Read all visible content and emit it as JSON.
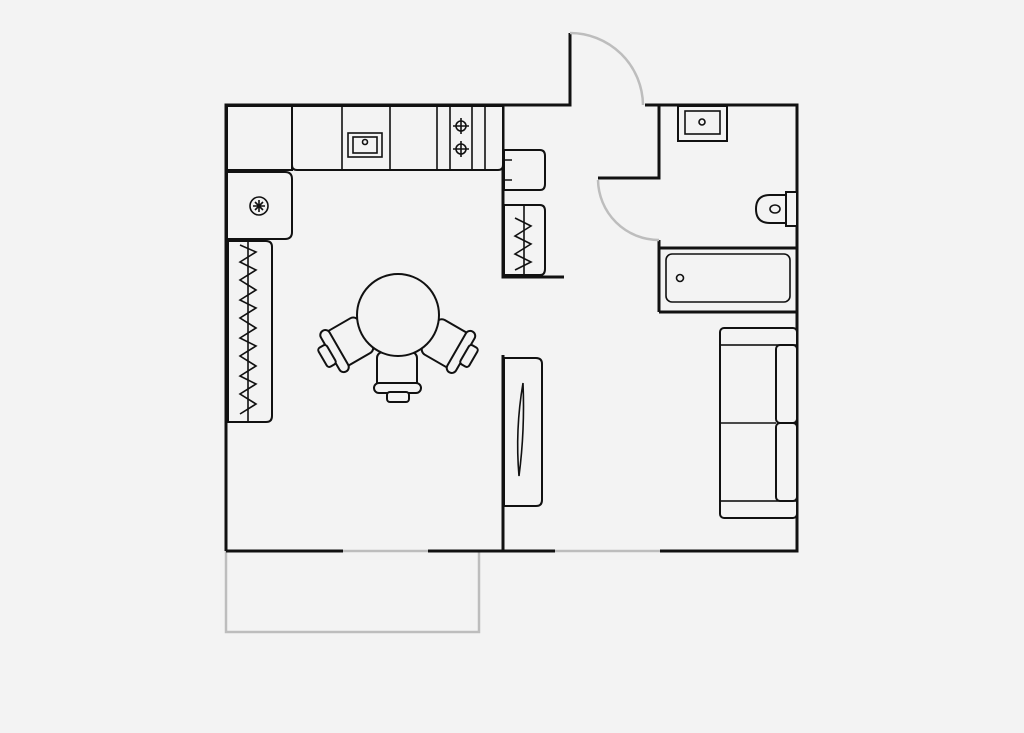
{
  "plan": {
    "rooms": [
      "kitchen-living",
      "hallway",
      "bathroom",
      "bedroom",
      "balcony"
    ],
    "colors": {
      "background": "#f3f3f3",
      "wall": "#111111",
      "window": "#bdbdbd"
    }
  }
}
